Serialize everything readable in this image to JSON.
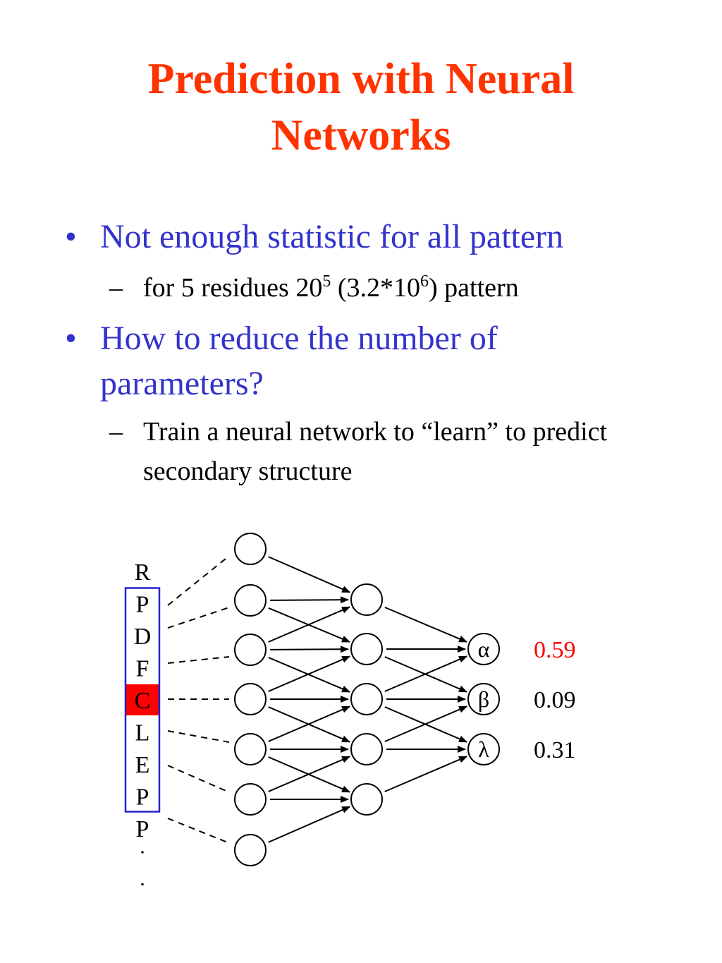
{
  "title": {
    "line1": "Prediction with Neural",
    "line2": "Networks"
  },
  "bullets": [
    {
      "marker": "•",
      "text": "Not enough statistic for all pattern",
      "sub": {
        "marker": "–",
        "text_a": "for 5 residues 20",
        "sup_a": "5",
        "text_b": " (3.2*10",
        "sup_b": "6",
        "text_c": ") pattern"
      }
    },
    {
      "marker": "•",
      "text": "How to reduce the number of parameters?",
      "sub": {
        "marker": "–",
        "text": "Train a neural network to “learn” to predict secondary structure"
      }
    }
  ],
  "diagram": {
    "sequence": [
      "R",
      "P",
      "D",
      "F",
      "C",
      "L",
      "E",
      "P",
      "P",
      ".",
      "."
    ],
    "window_start_index": 1,
    "window_end_index": 7,
    "highlight_index": 4,
    "highlight_color": "#ff0000",
    "window_border_color": "#2222cc",
    "outputs": [
      {
        "symbol": "α",
        "value": "0.59",
        "color": "#ff0000"
      },
      {
        "symbol": "β",
        "value": "0.09",
        "color": "#000000"
      },
      {
        "symbol": "λ",
        "value": "0.31",
        "color": "#000000"
      }
    ]
  }
}
